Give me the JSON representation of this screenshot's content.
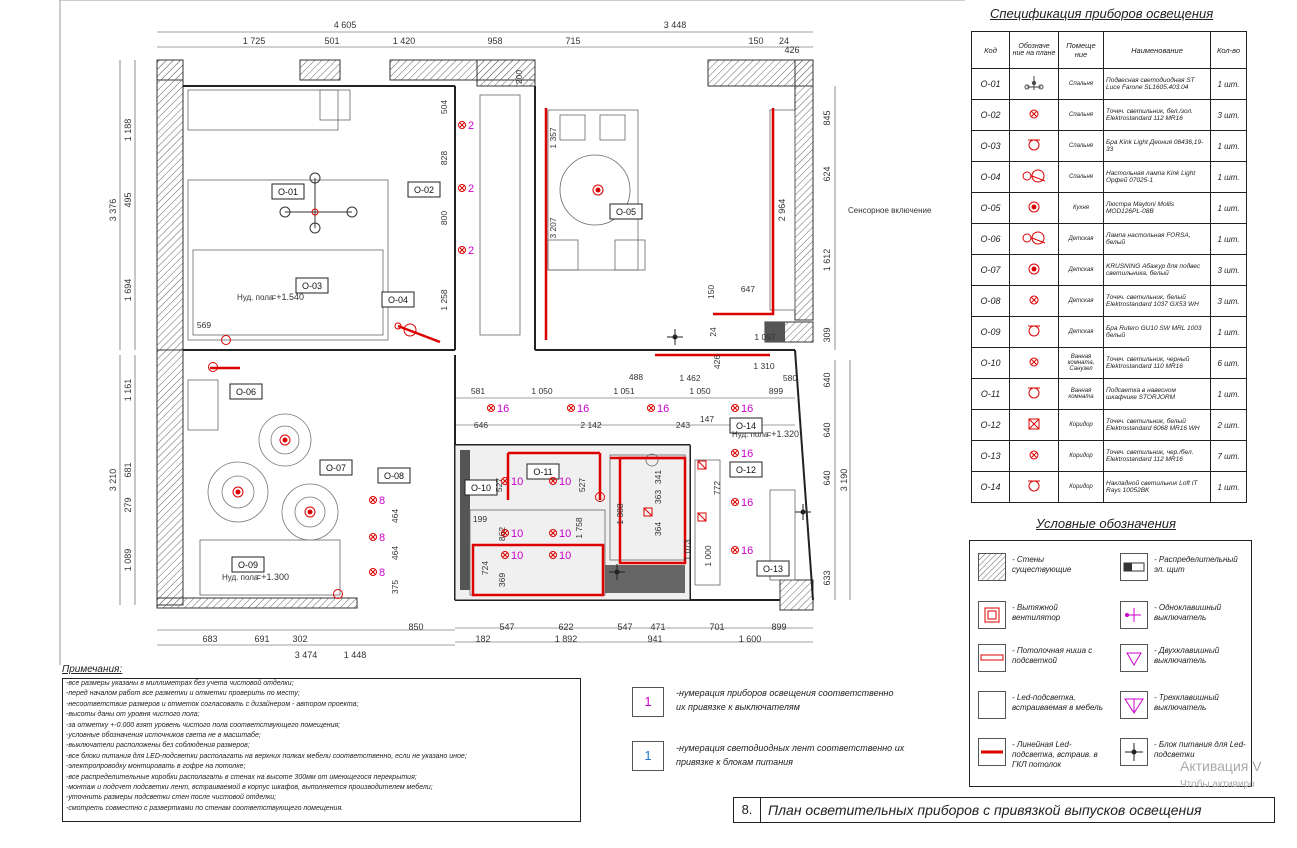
{
  "spec": {
    "title": "Спецификация приборов освещения",
    "headers": [
      "Код",
      "Обозначе ние на плане",
      "Помеще ние",
      "Наименование",
      "Кол-во"
    ],
    "rows": [
      {
        "code": "О-01",
        "room": "Спальня",
        "name": "Подвесная светодиодная ST Luce Farone SL1605.403.04",
        "qty": "1 шт.",
        "sym": "pendant-icon"
      },
      {
        "code": "О-02",
        "room": "Спальня",
        "name": "Точеч. светильник, бел./зол. Elektrostandard 112 MR16",
        "qty": "3 шт.",
        "sym": "spot-icon"
      },
      {
        "code": "О-03",
        "room": "Спальня",
        "name": "Бра Kink Light Деония 08436,19-33",
        "qty": "1 шт.",
        "sym": "sconce-icon"
      },
      {
        "code": "О-04",
        "room": "Спальня",
        "name": "Настольная лампа Kink Light Орфей 07025-1",
        "qty": "1 шт.",
        "sym": "table-lamp-icon"
      },
      {
        "code": "О-05",
        "room": "Кухня",
        "name": "Люстра Maytoni Mollis MOD126PL-08B",
        "qty": "1 шт.",
        "sym": "chandelier-icon"
      },
      {
        "code": "О-06",
        "room": "Детская",
        "name": "Лампа настольная FORSA, белый",
        "qty": "1 шт.",
        "sym": "table-lamp-icon"
      },
      {
        "code": "О-07",
        "room": "Детская",
        "name": "KRUSNING Абажур для подвес светильника, белый",
        "qty": "3 шт.",
        "sym": "chandelier-icon"
      },
      {
        "code": "О-08",
        "room": "Детская",
        "name": "Точеч. светильник, белый Elektrostandard 1037 GX53 WH",
        "qty": "3 шт.",
        "sym": "spot-icon"
      },
      {
        "code": "О-09",
        "room": "Детская",
        "name": "Бра Rutero GU10 SW MRL 1003 белый",
        "qty": "1 шт.",
        "sym": "sconce-icon"
      },
      {
        "code": "О-10",
        "room": "Ванная комната, Санузел",
        "name": "Точеч. светильник, черный Elektrostandard 110 MR16",
        "qty": "6 шт.",
        "sym": "spot-icon"
      },
      {
        "code": "О-11",
        "room": "Ванная комната",
        "name": "Подсветка в навесном шкафчике STORJORM",
        "qty": "1 шт.",
        "sym": "sconce-icon"
      },
      {
        "code": "О-12",
        "room": "Коридор",
        "name": "Точеч. светильник, белый Elektrostandard 6068 MR16 WH",
        "qty": "2 шт.",
        "sym": "square-spot-icon"
      },
      {
        "code": "О-13",
        "room": "Коридор",
        "name": "Точеч. светильник, чер./бел. Elektrostandard 112 MR16",
        "qty": "7 шт.",
        "sym": "spot-icon"
      },
      {
        "code": "О-14",
        "room": "Коридор",
        "name": "Накладной светильник Loft IT Rays 10052BK",
        "qty": "1 шт.",
        "sym": "sconce-icon"
      }
    ]
  },
  "legend": {
    "title": "Условные обозначения",
    "items": [
      {
        "label": "- Стены существующие",
        "icon": "hatched-wall-icon"
      },
      {
        "label": "- Распределительный эл. щит",
        "icon": "panel-icon"
      },
      {
        "label": "- Вытяжной вентилятор",
        "icon": "fan-icon"
      },
      {
        "label": "- Одноклавишный выключатель",
        "icon": "switch-1-icon"
      },
      {
        "label": "- Потолочная ниша с подсветкой",
        "icon": "ceiling-niche-icon"
      },
      {
        "label": "- Двухклавишный выключатель",
        "icon": "switch-2-icon"
      },
      {
        "label": "- Led-подсветка, встраиваемая в мебель",
        "icon": "led-furniture-icon"
      },
      {
        "label": "- Трехклавишный выключатель",
        "icon": "switch-3-icon"
      },
      {
        "label": "- Линейная Led-подсветка, встраив. в ГКЛ потолок",
        "icon": "linear-led-icon"
      },
      {
        "label": "- Блок питания для Led-подсветки",
        "icon": "power-unit-icon"
      }
    ]
  },
  "notes": {
    "title": "Примечания:",
    "lines": [
      "-все размеры указаны в миллиметрах без учета чистовой отделки;",
      "-перед началом работ все разметки и отметки проверить по месту;",
      "-несоответствие размеров и отметок согласовать с дизайнером - автором проекта;",
      "-высоты даны от уровня чистого пола;",
      "-за отметку +-0.000 взят уровень чистого пола соответствующего помещения;",
      "-условные обозначения источников света не в масштабе;",
      "-выключатели расположены без соблюдения размеров;",
      "-все блоки питания для LED-подсветки располагать на верхних полках мебели соответственно, если не указано иное;",
      "-электропроводку монтировать в гофре на потолке;",
      "-все распределительные коробки располагать в стенах на высоте 300мм от имеющегося перекрытия;",
      "-монтаж и подсчет подсветки лент, встраиваемой в корпус шкафов, выполняется производителем мебели;",
      "-уточнить размеры подсветки стен после чистовой отделки;",
      "-смотреть совместно с развертками по стенам соответствующего помещения."
    ]
  },
  "markers": {
    "light_num": "1",
    "light_text": "-нумерация приборов освещения соответственно их привязке к выключателям",
    "led_num": "1",
    "led_text": "-нумерация светодиодных лент соответственно их привязке к блокам питания"
  },
  "sheet": {
    "number": "8.",
    "title": "План осветительных приборов с привязкой выпусков освещения"
  },
  "watermark": {
    "line1": "Активация V",
    "line2": "Чтобы активиро"
  },
  "plan": {
    "dims_top": [
      "4 605",
      "1 725",
      "501",
      "1 420",
      "958",
      "715",
      "3 448",
      "150",
      "24",
      "426"
    ],
    "dims_left": [
      "3 376",
      "1 188",
      "495",
      "1 694",
      "3 210",
      "1 161",
      "681",
      "279",
      "1 089"
    ],
    "dims_bottom": [
      "683",
      "691",
      "302",
      "1 448",
      "850",
      "3 474",
      "547",
      "622",
      "547",
      "1 892",
      "182",
      "471",
      "941",
      "701",
      "899",
      "1 600"
    ],
    "dims_right": [
      "845",
      "624",
      "1 612",
      "309",
      "640",
      "640",
      "640",
      "633",
      "3 190",
      "2 964"
    ],
    "dims_inner": [
      "504",
      "828",
      "800",
      "1 258",
      "1 357",
      "3 207",
      "569",
      "647",
      "1 097",
      "488",
      "1 462",
      "1 310",
      "580",
      "581",
      "1 050",
      "1 051",
      "1 050",
      "899",
      "646",
      "2 142",
      "243",
      "147",
      "527",
      "527",
      "341",
      "363",
      "364",
      "199",
      "862",
      "724",
      "369",
      "1 758",
      "1 388",
      "772",
      "1 073",
      "1 000",
      "464",
      "464",
      "375",
      "200",
      "150",
      "24",
      "426"
    ],
    "tags": [
      "О-01",
      "О-02",
      "О-03",
      "О-04",
      "О-05",
      "О-06",
      "О-07",
      "О-08",
      "О-09",
      "О-10",
      "О-11",
      "О-12",
      "О-13",
      "О-14"
    ],
    "levels": [
      {
        "label": "Нуд. пола",
        "value": "=+1.540"
      },
      {
        "label": "Нуд. пола",
        "value": "=+1.300"
      },
      {
        "label": "Нуд. пола",
        "value": "=+1.320"
      }
    ],
    "sensor_label": "Сенсорное включение"
  }
}
